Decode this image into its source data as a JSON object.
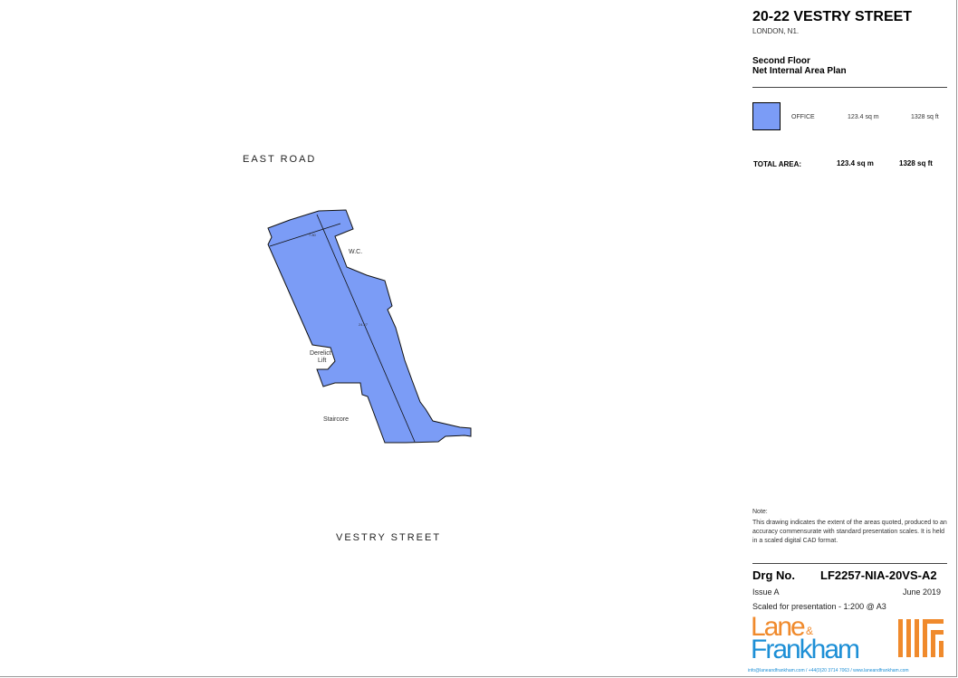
{
  "streets": {
    "north": "EAST ROAD",
    "south": "VESTRY STREET"
  },
  "plan": {
    "rooms": {
      "wc": "W.C.",
      "lift_line1": "Derelict",
      "lift_line2": "Lift",
      "staircore": "Staircore"
    },
    "dims": {
      "width": "7.80",
      "length": "24.27"
    },
    "fill_color": "#7b9cf6"
  },
  "title": {
    "building": "20-22 VESTRY STREET",
    "location": "LONDON, N1.",
    "floor": "Second Floor",
    "plan_type": "Net Internal Area Plan"
  },
  "legend": {
    "label": "OFFICE",
    "sqm": "123.4 sq m",
    "sqft": "1328 sq ft",
    "color": "#7b9cf6"
  },
  "totals": {
    "label": "TOTAL AREA:",
    "sqm": "123.4 sq m",
    "sqft": "1328 sq ft"
  },
  "note": {
    "heading": "Note:",
    "text": "This drawing indicates the extent of the areas quoted, produced to an accuracy commensurate with standard presentation scales. It is held in a scaled digital CAD format."
  },
  "drawing": {
    "label": "Drg No.",
    "number": "LF2257-NIA-20VS-A2",
    "issue": "Issue  A",
    "date": "June 2019",
    "scale": "Scaled for presentation - 1:200 @ A3"
  },
  "brand": {
    "lane": "Lane",
    "amp": "&",
    "frankham": "Frankham",
    "footer": "info@laneandfrankham.com / +44(0)20 3714 7063 / www.laneandfrankham.com",
    "orange": "#f08a2c",
    "blue": "#1d8fd6"
  }
}
